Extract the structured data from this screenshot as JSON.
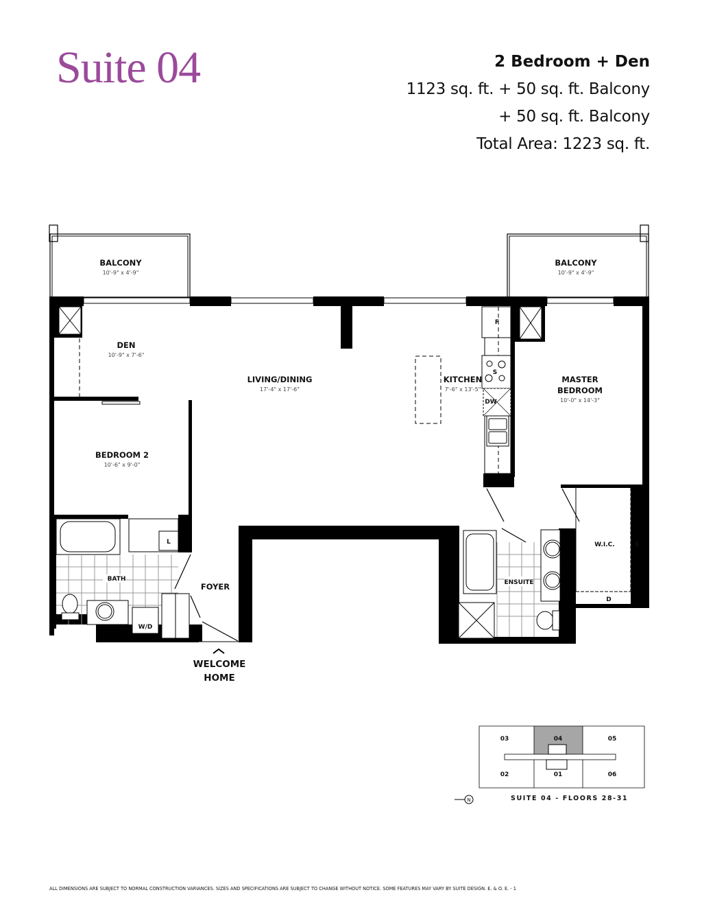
{
  "header": {
    "suite_title": "Suite 04",
    "unit_type": "2 Bedroom + Den",
    "area_line_1": "1123 sq. ft. + 50 sq. ft. Balcony",
    "area_line_2": "+ 50 sq. ft. Balcony",
    "total_area": "Total Area: 1223 sq. ft.",
    "accent_color": "#9b4a9b"
  },
  "rooms": {
    "balcony_left": {
      "label": "BALCONY",
      "dims": "10'-9\" x 4'-9\""
    },
    "balcony_right": {
      "label": "BALCONY",
      "dims": "10'-9\" x 4'-9\""
    },
    "den": {
      "label": "DEN",
      "dims": "10'-9\" x 7'-6\""
    },
    "living_dining": {
      "label": "LIVING/DINING",
      "dims": "17'-4\" x 17'-6\""
    },
    "kitchen": {
      "label": "KITCHEN",
      "dims": "7'-6\" x 13'-5\""
    },
    "master_bedroom": {
      "label_1": "MASTER",
      "label_2": "BEDROOM",
      "dims": "10'-0\" x 14'-3\""
    },
    "bedroom_2": {
      "label": "BEDROOM 2",
      "dims": "10'-6\" x 9'-0\""
    },
    "bath": {
      "label": "BATH"
    },
    "foyer": {
      "label": "FOYER"
    },
    "ensuite": {
      "label": "ENSUITE"
    },
    "wic": {
      "label": "W.I.C."
    }
  },
  "fixtures": {
    "fridge": "F",
    "stove": "S",
    "dishwasher": "DW",
    "linen": "L",
    "washer_dryer": "W/D",
    "wic_shelf": "S",
    "wic_drawer": "D"
  },
  "entry": {
    "line_1": "WELCOME",
    "line_2": "HOME"
  },
  "keyplan": {
    "suites": [
      "03",
      "04",
      "05",
      "02",
      "01",
      "06"
    ],
    "highlighted": "04",
    "north_label": "N",
    "caption": "SUITE 04 - FLOORS 28-31",
    "highlight_color": "#a6a6a6"
  },
  "footer": {
    "disclaimer": "ALL DIMENSIONS ARE SUBJECT TO NORMAL CONSTRUCTION VARIANCES. SIZES AND SPECIFICATIONS ARE SUBJECT TO CHANGE WITHOUT NOTICE. SOME FEATURES MAY VARY BY SUITE DESIGN.  E. & O. E. - 1"
  }
}
